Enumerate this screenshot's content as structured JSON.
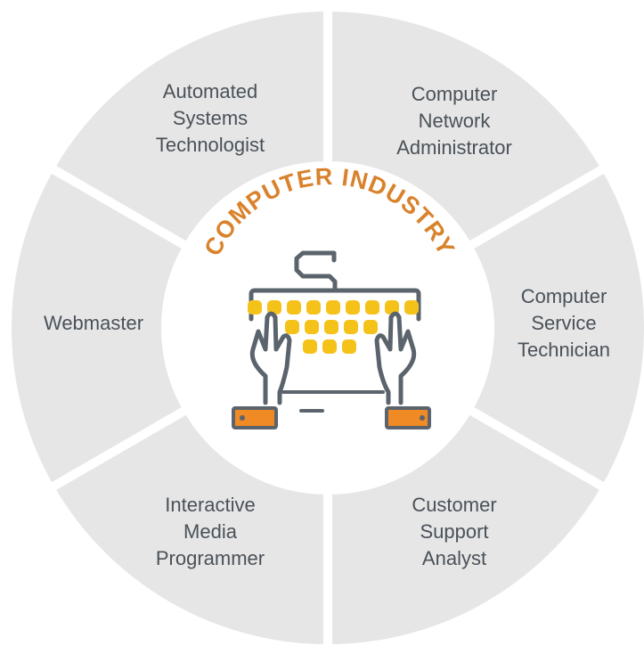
{
  "title": "COMPUTER INDUSTRY",
  "colors": {
    "segment": "#e6e6e6",
    "label_text": "#4a5158",
    "title": "#d9822b",
    "keyboard_outline": "#5b646c",
    "keys": "#f5c21a",
    "thumb_pad": "#f08a24"
  },
  "icon": "keyboard-typing-hands-icon",
  "careers": [
    {
      "lines": [
        "Automated",
        "Systems",
        "Technologist"
      ]
    },
    {
      "lines": [
        "Computer",
        "Network",
        "Administrator"
      ]
    },
    {
      "lines": [
        "Computer",
        "Service",
        "Technician"
      ]
    },
    {
      "lines": [
        "Customer",
        "Support",
        "Analyst"
      ]
    },
    {
      "lines": [
        "Interactive",
        "Media",
        "Programmer"
      ]
    },
    {
      "lines": [
        "Webmaster"
      ]
    }
  ]
}
